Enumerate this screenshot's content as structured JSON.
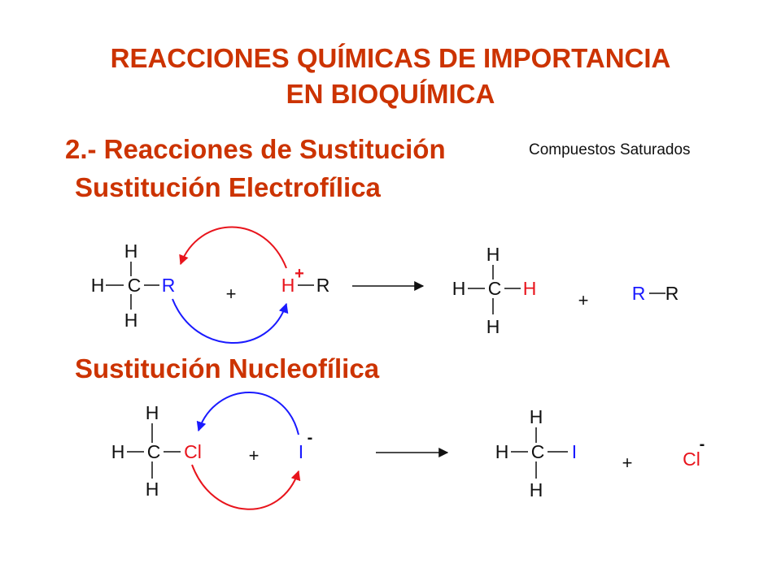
{
  "title": {
    "line1": "REACCIONES QUÍMICAS DE IMPORTANCIA",
    "line2": "EN BIOQUÍMICA"
  },
  "section": "2.- Reacciones de Sustitución",
  "note": "Compuestos Saturados",
  "electrophilic": {
    "heading": "Sustitución Electrofílica",
    "reactant1": {
      "center": "C",
      "top": "H",
      "left": "H",
      "bottom": "H",
      "right": "R"
    },
    "plus1": "+",
    "reactant2": {
      "h": "H",
      "charge": "+",
      "r": "R"
    },
    "product1": {
      "center": "C",
      "top": "H",
      "left": "H",
      "bottom": "H",
      "right": "H"
    },
    "plus2": "+",
    "product2": {
      "a": "R",
      "b": "R"
    }
  },
  "nucleophilic": {
    "heading": "Sustitución Nucleofílica",
    "reactant1": {
      "center": "C",
      "top": "H",
      "left": "H",
      "bottom": "H",
      "right": "Cl"
    },
    "plus1": "+",
    "nucleophile": {
      "atom": "I",
      "charge": "-"
    },
    "product1": {
      "center": "C",
      "top": "H",
      "left": "H",
      "bottom": "H",
      "right": "I"
    },
    "plus2": "+",
    "leaving": {
      "atom": "Cl",
      "charge": "-"
    }
  },
  "colors": {
    "heading": "#cc3300",
    "red": "#e8141c",
    "blue": "#1a1aff",
    "black": "#111111"
  }
}
